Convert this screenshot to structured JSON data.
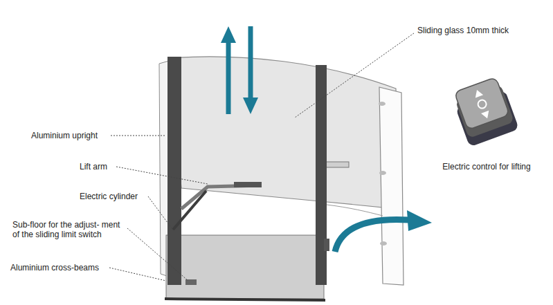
{
  "diagram": {
    "labels": [
      "Sliding glass 10mm thick",
      "Aluminium upright",
      "Lift arm",
      "Electric cylinder",
      "Sub-floor for the adjust- ment of the sliding limit switch",
      "Aluminium cross-beams",
      "Electric control for lifting"
    ]
  }
}
